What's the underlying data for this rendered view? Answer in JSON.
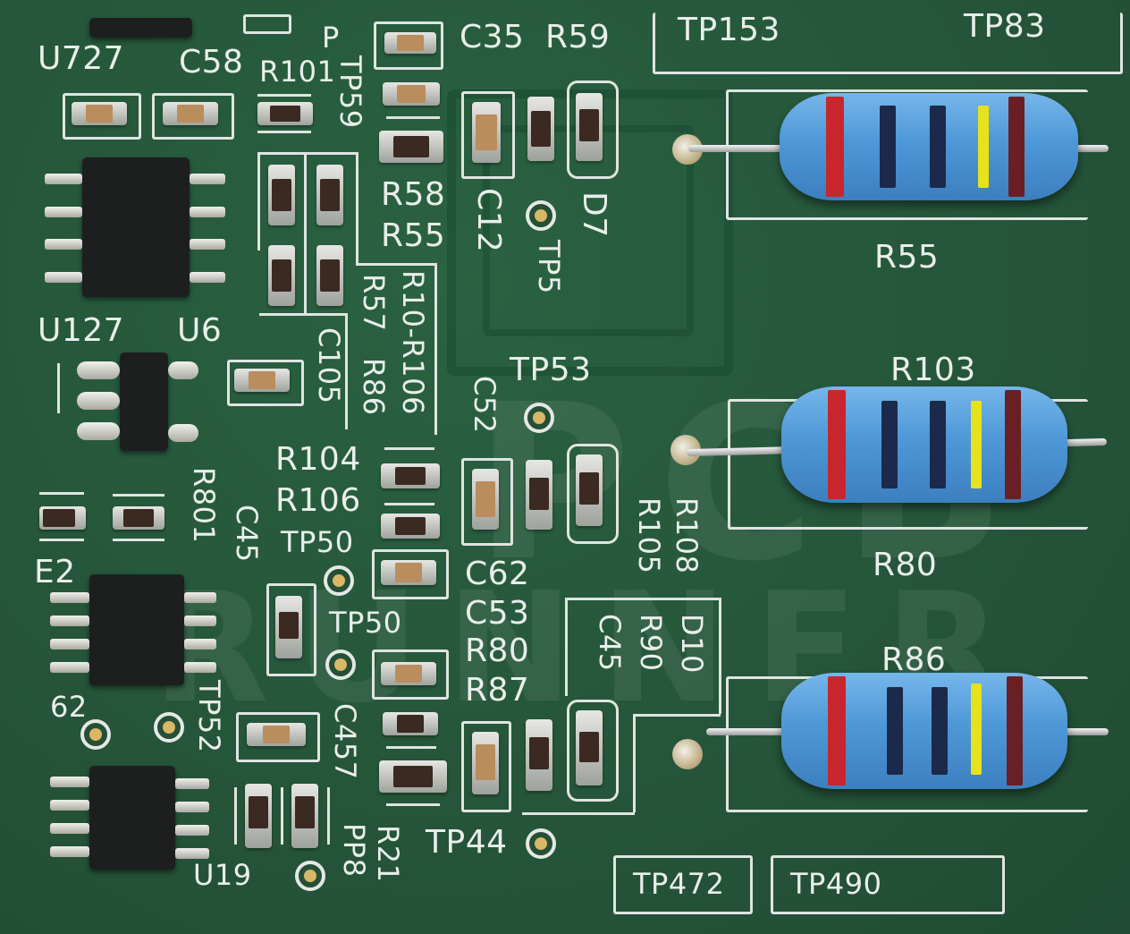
{
  "image": {
    "subject": "Close-up of a green printed circuit board with SMD components and three through-hole resistors",
    "frame_color": "#1fa85a",
    "board_color": "#25573a",
    "silkscreen_color": "#e9eeea"
  },
  "labels": {
    "top": {
      "u727": "U727",
      "c58": "C58",
      "r101": "R101",
      "p_frag": "P",
      "tp59": "TP59",
      "c35": "C35",
      "r59": "R59",
      "tp153": "TP153",
      "tp83": "TP83"
    },
    "upper_mid": {
      "r58": "R58",
      "r55_small": "R55",
      "c12": "C12",
      "tp5": "TP5",
      "d7": "D7",
      "r55_resistor": "R55"
    },
    "left_mid": {
      "u127": "U127",
      "u6": "U6",
      "r57": "R57",
      "r10_r106": "R10-R106",
      "c105": "C105",
      "r86_small": "R86"
    },
    "center": {
      "tp53": "TP53",
      "c52": "C52",
      "r104": "R104",
      "r106": "R106",
      "tp50_a": "TP50",
      "tp50_b": "TP50",
      "r801": "R801",
      "c45_left": "C45",
      "r108": "R108",
      "r105": "R105",
      "r103": "R103",
      "r80_resistor": "R80",
      "e2_frag": "E2"
    },
    "lower": {
      "c62": "C62",
      "c53": "C53",
      "r80": "R80",
      "r87": "R87",
      "d10": "D10",
      "r90": "R90",
      "c45": "C45",
      "r86_resistor": "R86",
      "num_62": "62",
      "tp52": "TP52",
      "c457": "C457",
      "u19": "U19",
      "pp8": "PP8",
      "r21": "R21",
      "tp44": "TP44",
      "tp472": "TP472",
      "tp490": "TP490"
    }
  },
  "resistors": [
    {
      "ref": "R55",
      "bands": [
        "#c8262d",
        "#1b2a4a",
        "#1b2a4a",
        "#e6e21c",
        "#6a1f25"
      ]
    },
    {
      "ref": "R103",
      "bands": [
        "#c8262d",
        "#1b2a4a",
        "#1b2a4a",
        "#e6e21c",
        "#6a1f25"
      ]
    },
    {
      "ref": "R86",
      "bands": [
        "#c8262d",
        "#1b2a4a",
        "#1b2a4a",
        "#e6e21c",
        "#6a1f25"
      ]
    }
  ],
  "watermark": {
    "line1": "PCB",
    "line2": "RUNNER"
  }
}
